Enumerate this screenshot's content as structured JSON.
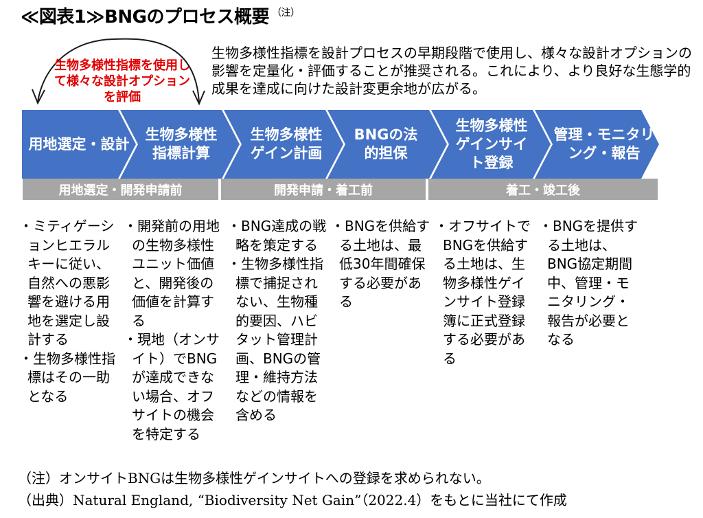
{
  "title": {
    "text": "≪図表1≫BNGのプロセス概要",
    "note_mark": "（注）"
  },
  "loop": {
    "label": "生物多様性指標を使用して様々な設計オプションを評価"
  },
  "intro": "生物多様性指標を設計プロセスの早期段階で使用し、様々な設計オプションの影響を定量化・評価することが推奨される。これにより、より良好な生態学的成果を達成に向けた設計変更余地が広がる。",
  "colors": {
    "stage": "#4472c4",
    "phase": "#a6a6a6",
    "loop": "#e00000"
  },
  "stages": [
    {
      "label": "用地選定・設計"
    },
    {
      "label": "生物多様性指標計算"
    },
    {
      "label": "生物多様性ゲイン計画"
    },
    {
      "label": "BNGの法的担保"
    },
    {
      "label": "生物多様性ゲインサイト登録"
    },
    {
      "label": "管理・モニタリング・報告"
    }
  ],
  "phases": [
    {
      "label": "用地選定・開発申請前"
    },
    {
      "label": "開発申請・着工前"
    },
    {
      "label": "着工・竣工後"
    }
  ],
  "columns": [
    {
      "items": [
        "・ミティゲーションヒエラルキーに従い、自然への悪影響を避ける用地を選定し設計する",
        "・生物多様性指標はその一助となる"
      ]
    },
    {
      "items": [
        "・開発前の用地の生物多様性ユニット価値と、開発後の価値を計算する",
        "・現地（オンサイト）でBNGが達成できない場合、オフサイトの機会を特定する"
      ]
    },
    {
      "items": [
        "・BNG達成の戦略を策定する",
        "・生物多様性指標で捕捉されない、生物種的要因、ハビタット管理計画、BNGの管理・維持方法などの情報を含める"
      ]
    },
    {
      "items": [
        "・BNGを供給する土地は、最低30年間確保する必要がある"
      ]
    },
    {
      "items": [
        "・オフサイトでBNGを供給する土地は、生物多様性ゲインサイト登録簿に正式登録する必要がある"
      ]
    },
    {
      "items": [
        "・BNGを提供する土地は、BNG協定期間中、管理・モニタリング・報告が必要となる"
      ]
    }
  ],
  "notes": {
    "note": "（注）オンサイトBNGは生物多様性ゲインサイトへの登録を求められない。",
    "source": "（出典）Natural England, “Biodiversity Net Gain”（2022.4）をもとに当社にて作成"
  }
}
